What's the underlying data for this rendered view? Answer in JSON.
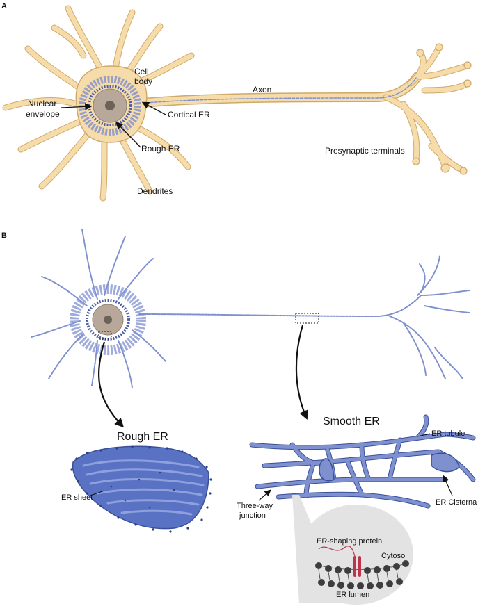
{
  "panel_a": {
    "letter": "A",
    "labels": {
      "cell_body_1": "Cell",
      "cell_body_2": "body",
      "axon": "Axon",
      "nuclear_envelope_1": "Nuclear",
      "nuclear_envelope_2": "envelope",
      "cortical_er": "Cortical ER",
      "rough_er": "Rough ER",
      "dendrites": "Dendrites",
      "presynaptic_terminals": "Presynaptic terminals"
    }
  },
  "panel_b": {
    "letter": "B",
    "labels": {
      "rough_er_title": "Rough ER",
      "smooth_er_title": "Smooth ER",
      "er_sheet": "ER sheet",
      "er_tubule": "ER tubule",
      "three_way_1": "Three-way",
      "three_way_2": "junction",
      "er_cisterna": "ER Cisterna",
      "er_shaping_protein": "ER-shaping protein",
      "cytosol": "Cytosol",
      "er_lumen": "ER lumen"
    }
  },
  "colors": {
    "neuron_fill": "#f6dcaa",
    "neuron_stroke": "#cfa968",
    "er_blue": "#7f90cf",
    "er_dark": "#4a5fa8",
    "nucleus": "#b8a89a",
    "nucleolus": "#6b625a",
    "protein_red": "#c0334d",
    "lipid_head": "#3d3d3d",
    "inset_bg": "#e3e3e3"
  }
}
